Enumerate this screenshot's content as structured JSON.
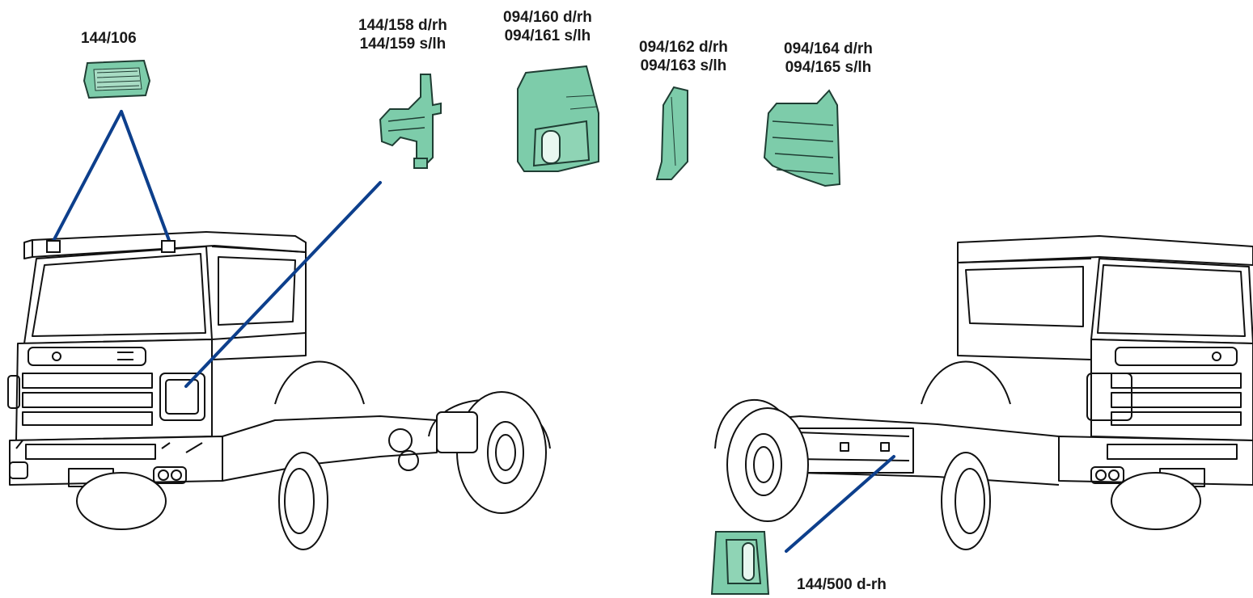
{
  "colors": {
    "part_fill": "#7dccaa",
    "part_stroke": "#1f3d33",
    "leader_line": "#0d3f8c",
    "truck_line": "#111111",
    "background": "#ffffff"
  },
  "parts": [
    {
      "id": "roof_lamp",
      "lines": [
        "144/106"
      ]
    },
    {
      "id": "mirror_bracket",
      "lines": [
        "144/158 d/rh",
        "144/159 s/lh"
      ]
    },
    {
      "id": "corner_panel",
      "lines": [
        "094/160 d/rh",
        "094/161 s/lh"
      ]
    },
    {
      "id": "corner_strip",
      "lines": [
        "094/162 d/rh",
        "094/163 s/lh"
      ]
    },
    {
      "id": "step_cover",
      "lines": [
        "094/164 d/rh",
        "094/165 s/lh"
      ]
    },
    {
      "id": "step_insert",
      "lines": [
        "144/500 d-rh"
      ]
    }
  ],
  "illustrations": [
    "truck-cab-front-left-view",
    "truck-cab-front-right-view"
  ]
}
